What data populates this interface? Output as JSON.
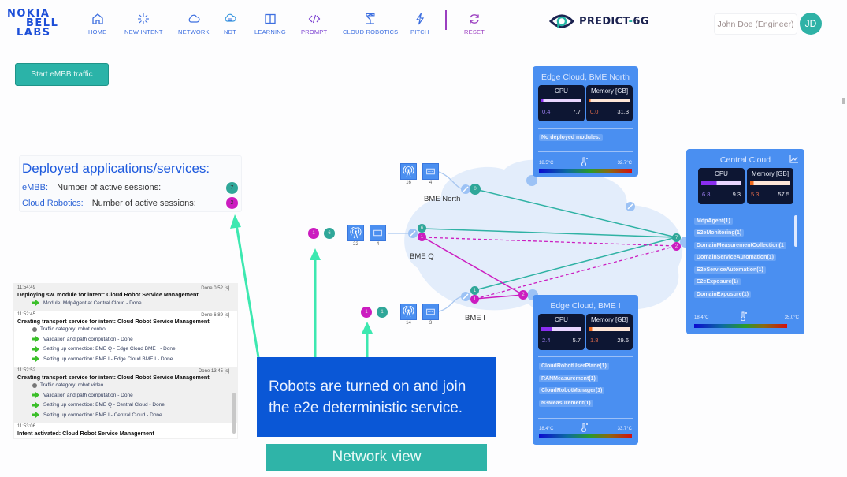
{
  "header": {
    "logo_lines": [
      "NOKIA",
      "BELL",
      "LABS"
    ],
    "nav": [
      {
        "label": "HOME",
        "icon": "home-icon",
        "color": "#3d6fe0"
      },
      {
        "label": "NEW INTENT",
        "icon": "sparkle-icon",
        "color": "#3d6fe0"
      },
      {
        "label": "NETWORK",
        "icon": "cloud-icon",
        "color": "#3d6fe0"
      },
      {
        "label": "NDT",
        "icon": "cloud-network-icon",
        "color": "#3d6fe0"
      },
      {
        "label": "LEARNING",
        "icon": "book-icon",
        "color": "#3d6fe0"
      },
      {
        "label": "PROMPT",
        "icon": "code-icon",
        "color": "#7a3fd0"
      },
      {
        "label": "CLOUD ROBOTICS",
        "icon": "robot-arm-icon",
        "color": "#3d6fe0"
      },
      {
        "label": "PITCH",
        "icon": "lightning-icon",
        "color": "#3d6fe0"
      },
      {
        "label": "RESET",
        "icon": "refresh-icon",
        "color": "#9b3fc0"
      }
    ],
    "brand": {
      "name_part1": "PREDICT",
      "sep": "-",
      "name_part2": "6G"
    },
    "user": {
      "name": "John Doe (Engineer)",
      "initials": "JD"
    }
  },
  "actions": {
    "start_embb": "Start eMBB traffic"
  },
  "deployed": {
    "title": "Deployed applications/services:",
    "rows": [
      {
        "name": "eMBB:",
        "label": "Number of active sessions:",
        "count": "7",
        "color": "#2fa799"
      },
      {
        "name": "Cloud Robotics:",
        "label": "Number of active sessions:",
        "count": "2",
        "color": "#cc1cc0"
      }
    ]
  },
  "log": {
    "entries": [
      {
        "time": "11:54:49",
        "done": "Done 0.52 [s]",
        "title": "Deploying sw. module for intent: Cloud Robot Service Management",
        "shaded": true,
        "items": [
          {
            "type": "arrow",
            "text": "Module: MdpAgent at Central Cloud - Done"
          }
        ]
      },
      {
        "time": "11:52:45",
        "done": "Done 6.89 [s]",
        "title": "Creating transport service for intent: Cloud Robot Service Management",
        "shaded": false,
        "items": [
          {
            "type": "bullet",
            "text": "Traffic category: robot control"
          },
          {
            "type": "arrow",
            "text": "Validation and path computation - Done"
          },
          {
            "type": "arrow",
            "text": "Setting up connection: BME Q - Edge Cloud BME I - Done"
          },
          {
            "type": "arrow",
            "text": "Setting up connection: BME I - Edge Cloud BME I - Done"
          }
        ]
      },
      {
        "time": "11:52:52",
        "done": "Done 13.45 [s]",
        "title": "Creating transport service for intent: Cloud Robot Service Management",
        "shaded": true,
        "items": [
          {
            "type": "bullet",
            "text": "Traffic category: robot video"
          },
          {
            "type": "arrow",
            "text": "Validation and path computation - Done"
          },
          {
            "type": "arrow",
            "text": "Setting up connection: BME Q - Central Cloud - Done"
          },
          {
            "type": "arrow",
            "text": "Setting up connection: BME I - Central Cloud - Done"
          }
        ]
      },
      {
        "time": "11:53:06",
        "done": "",
        "title": "Intent activated: Cloud Robot Service Management",
        "shaded": false,
        "items": []
      }
    ]
  },
  "network": {
    "sites": [
      {
        "name": "BME North",
        "antenna_count": "16",
        "server_count": "4",
        "embb_sessions": "0",
        "robot_sessions": null
      },
      {
        "name": "BME Q",
        "antenna_count": "22",
        "server_count": "4",
        "embb_sessions": "6",
        "robot_sessions": "1",
        "ue_robot": "1",
        "ue_embb": "6"
      },
      {
        "name": "BME I",
        "antenna_count": "14",
        "server_count": "3",
        "embb_sessions": "1",
        "robot_sessions": "1",
        "ue_robot": "1",
        "ue_embb": "1"
      }
    ],
    "central_counts": {
      "embb": "7",
      "robot": "2"
    },
    "edge_bme_i_robot": "2",
    "colors": {
      "embb": "#2fa799",
      "robot": "#cc1cc0",
      "arrow": "#3de8b0",
      "cloud_bg": "#e3edfb"
    }
  },
  "clouds": {
    "north": {
      "title": "Edge Cloud, BME North",
      "cpu": {
        "label": "CPU",
        "used": "0.4",
        "total": "7.7",
        "fraction": 0.05
      },
      "mem": {
        "label": "Memory [GB]",
        "used": "0.0",
        "total": "31.3",
        "fraction": 0.0
      },
      "modules": [
        "No deployed modules."
      ],
      "temp_min": "18.5°C",
      "temp_max": "32.7°C"
    },
    "central": {
      "title": "Central Cloud",
      "cpu": {
        "label": "CPU",
        "used": "6.8",
        "total": "9.3",
        "fraction": 0.38
      },
      "mem": {
        "label": "Memory [GB]",
        "used": "5.3",
        "total": "57.5",
        "fraction": 0.09
      },
      "modules": [
        "MdpAgent(1)",
        "E2eMonitoring(1)",
        "DomainMeasurementCollection(1",
        "DomainServiceAutomation(1)",
        "E2eServiceAutomation(1)",
        "E2eExposure(1)",
        "DomainExposure(1)"
      ],
      "temp_min": "18.4°C",
      "temp_max": "35.0°C"
    },
    "bmei": {
      "title": "Edge Cloud, BME I",
      "cpu": {
        "label": "CPU",
        "used": "2.4",
        "total": "5.7",
        "fraction": 0.27
      },
      "mem": {
        "label": "Memory [GB]",
        "used": "1.8",
        "total": "29.6",
        "fraction": 0.07
      },
      "modules": [
        "CloudRobotUserPlane(1)",
        "RANMeasurement(1)",
        "CloudRobotManager(1)",
        "N3Measurement(1)"
      ],
      "temp_min": "18.4°C",
      "temp_max": "33.7°C"
    }
  },
  "callout": {
    "text": "Robots are turned on and join the e2e deterministic service."
  },
  "view_label": "Network view"
}
